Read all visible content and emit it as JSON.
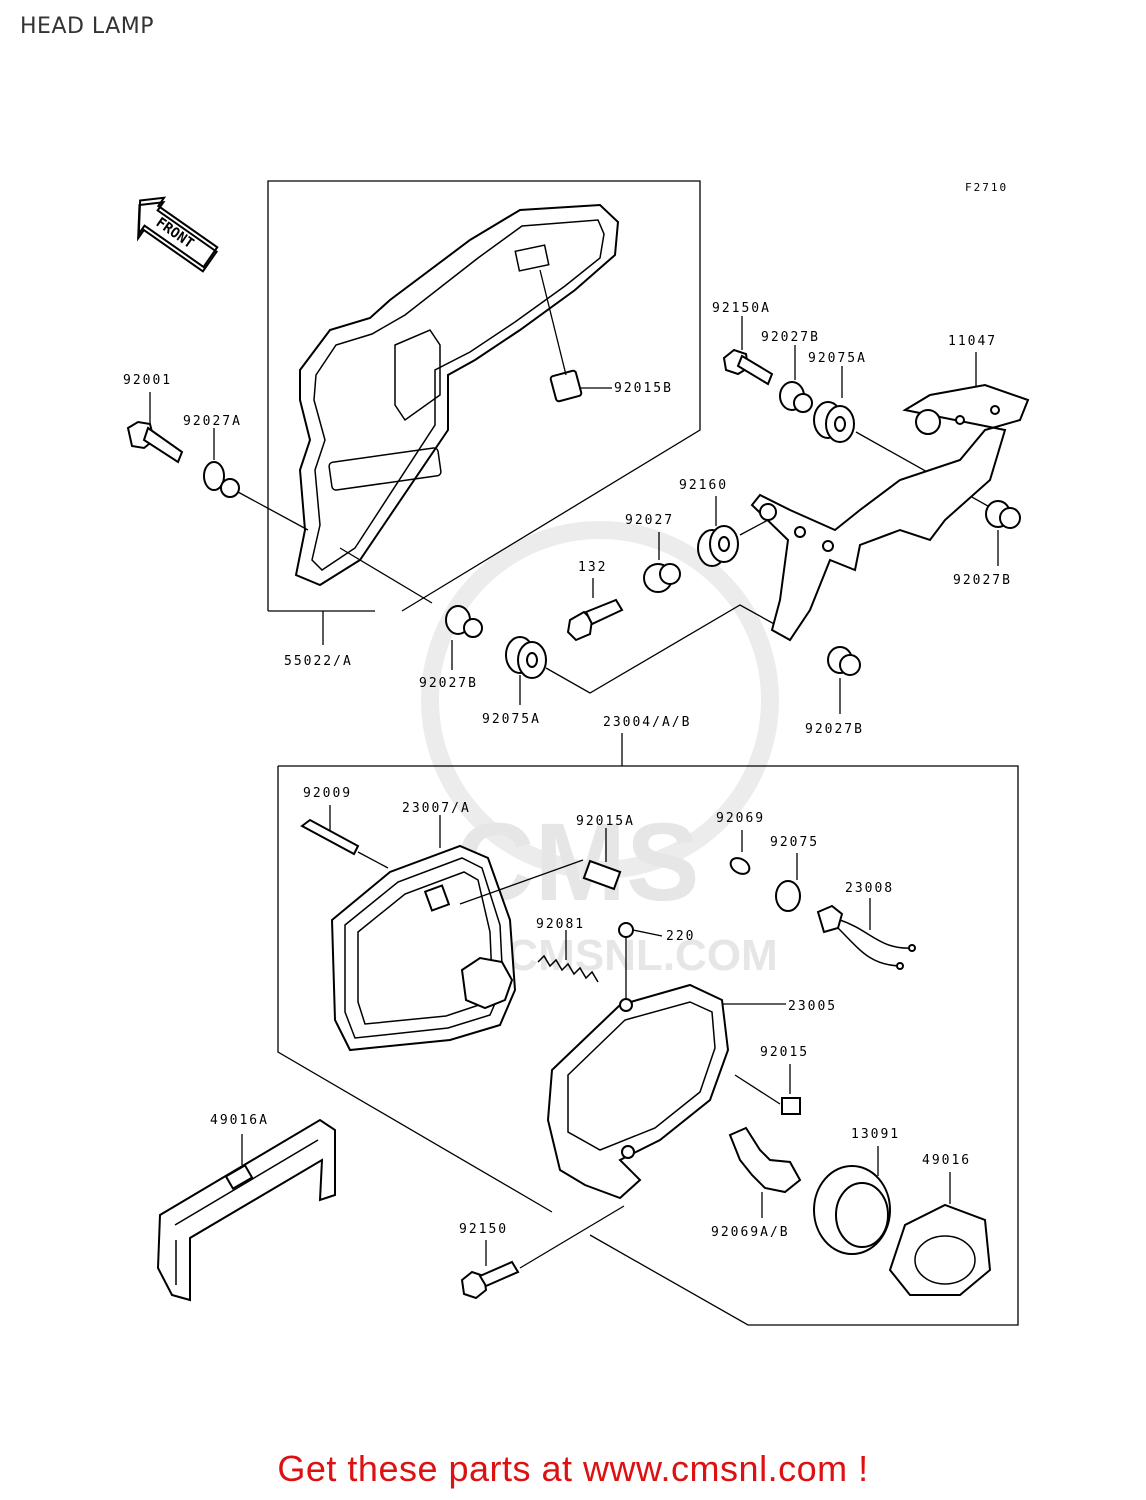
{
  "page_title": "HEAD LAMP",
  "figure_code": "F2710",
  "front_label": "FRONT",
  "watermark": {
    "big": "CMS",
    "url": "WWW.CMSNL.COM"
  },
  "parts": {
    "p92001": "92001",
    "p92027A": "92027A",
    "p92015B": "92015B",
    "p55022A": "55022/A",
    "p92150A": "92150A",
    "p92027B_top": "92027B",
    "p92075A_top": "92075A",
    "p11047": "11047",
    "p92160": "92160",
    "p92027": "92027",
    "p132": "132",
    "p92027B_right": "92027B",
    "p92027B_mid": "92027B",
    "p92075A_mid": "92075A",
    "p92027B_low": "92027B",
    "p23004": "23004/A/B",
    "p92009": "92009",
    "p23007A": "23007/A",
    "p92015A": "92015A",
    "p92069": "92069",
    "p92075": "92075",
    "p23008": "23008",
    "p92081": "92081",
    "p220": "220",
    "p23005": "23005",
    "p92015": "92015",
    "p49016A": "49016A",
    "p13091": "13091",
    "p49016": "49016",
    "p92069AB": "92069A/B",
    "p92150": "92150"
  },
  "footer": "Get these parts at www.cmsnl.com !"
}
